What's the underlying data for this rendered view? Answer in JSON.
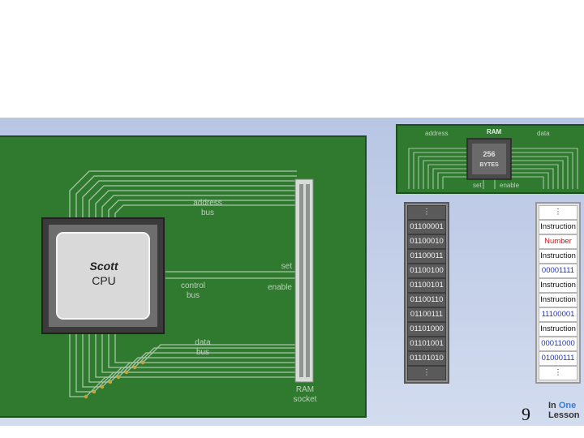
{
  "cpu": {
    "brand": "Scott",
    "label": "CPU"
  },
  "buses": {
    "address": [
      "address",
      "bus"
    ],
    "control": [
      "control",
      "bus"
    ],
    "data": [
      "data",
      "bus"
    ],
    "set": "set",
    "enable": "enable",
    "socket": [
      "RAM",
      "socket"
    ]
  },
  "ram_module": {
    "title": "RAM",
    "address_label": "address",
    "data_label": "data",
    "chip": [
      "256",
      "BYTES"
    ],
    "set_label": "set",
    "enable_label": "enable"
  },
  "memory": {
    "ellipsis": "⋮",
    "addresses": [
      "01100001",
      "01100010",
      "01100011",
      "01100100",
      "01100101",
      "01100110",
      "01100111",
      "01101000",
      "01101001",
      "01101010"
    ],
    "values": [
      "Instruction",
      "Number",
      "Instruction",
      "00001111",
      "Instruction",
      "Instruction",
      "11100001",
      "Instruction",
      "00011000",
      "01000111"
    ]
  },
  "footer": {
    "page_number": "9",
    "logo_line1_a": "In ",
    "logo_line1_b": "One",
    "logo_line2": "Lesson"
  },
  "colors": {
    "board": "#2f7a2f",
    "trace": "#a7c7a7",
    "number": "#c01818",
    "data_value": "#2234a8"
  }
}
